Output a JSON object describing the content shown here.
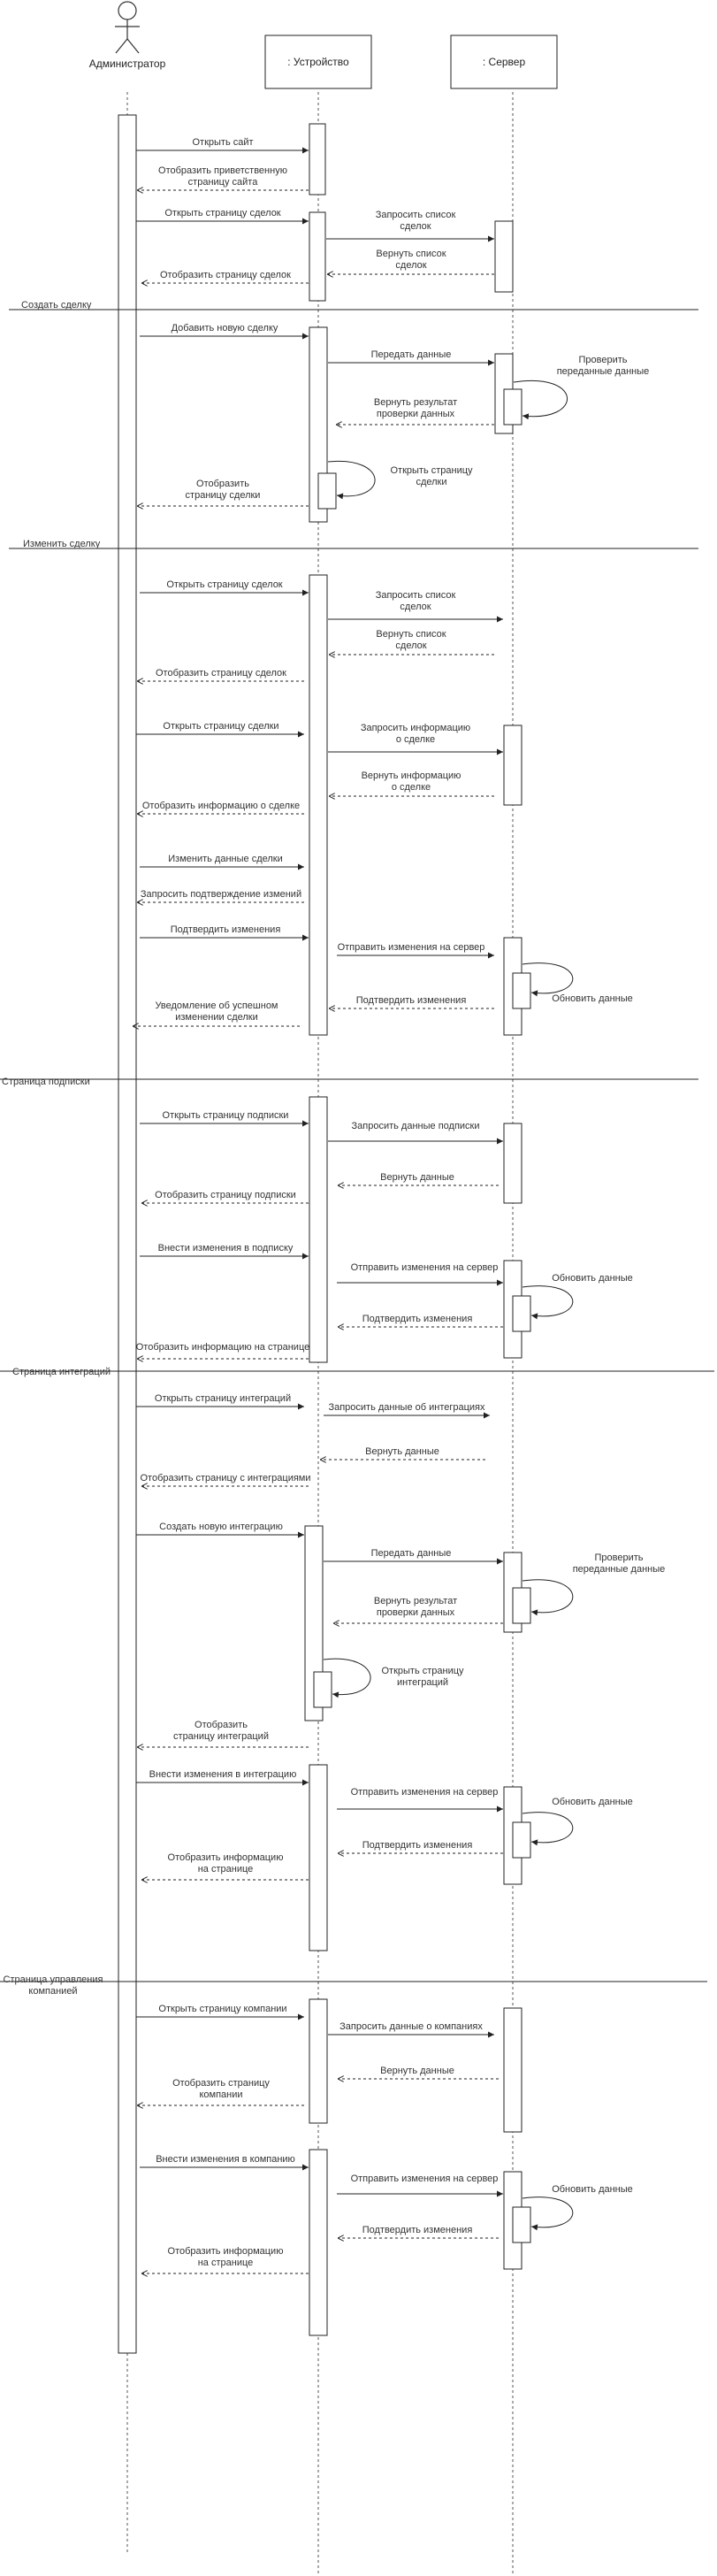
{
  "participants": {
    "actor": "Администратор",
    "device": ": Устройство",
    "server": ": Сервер"
  },
  "sections": {
    "create_deal": "Создать сделку",
    "edit_deal": "Изменить  сделку",
    "subscription_page": "Страница подписки",
    "integrations_page": "Страница интеграций",
    "company_management_page": [
      "Страница управления",
      "компанией"
    ]
  },
  "messages": [
    [
      "Открыть сайт"
    ],
    [
      "Отобразить приветственную",
      "страницу сайта"
    ],
    [
      "Открыть страницу сделок"
    ],
    [
      "Запросить список",
      "сделок"
    ],
    [
      "Вернуть список",
      "сделок"
    ],
    [
      "Отобразить страницу сделок"
    ],
    [
      "Добавить новую сделку"
    ],
    [
      "Передать данные"
    ],
    [
      "Проверить",
      "переданные данные"
    ],
    [
      "Вернуть результат",
      "проверки данных"
    ],
    [
      "Открыть страницу",
      "сделки"
    ],
    [
      "Отобразить",
      "страницу сделки"
    ],
    [
      "Открыть страницу сделок"
    ],
    [
      "Запросить список",
      "сделок"
    ],
    [
      "Вернуть список",
      "сделок"
    ],
    [
      "Отобразить страницу сделок"
    ],
    [
      "Открыть страницу сделки"
    ],
    [
      "Запросить информацию",
      "о сделке"
    ],
    [
      "Вернуть информацию",
      "о сделке"
    ],
    [
      "Отобразить информацию о сделке"
    ],
    [
      "Изменить данные сделки"
    ],
    [
      "Запросить подтверждение измений"
    ],
    [
      "Подтвердить изменения"
    ],
    [
      "Отправить изменения на сервер"
    ],
    [
      "Обновить данные"
    ],
    [
      "Подтвердить изменения"
    ],
    [
      "Уведомление об успешном",
      "изменении сделки"
    ],
    [
      "Открыть страницу подписки"
    ],
    [
      "Запросить данные подписки"
    ],
    [
      "Вернуть данные"
    ],
    [
      "Отобразить страницу подписки"
    ],
    [
      "Внести изменения в подписку"
    ],
    [
      "Отправить изменения на сервер"
    ],
    [
      "Обновить данные"
    ],
    [
      "Подтвердить изменения"
    ],
    [
      "Отобразить информацию на странице"
    ],
    [
      "Открыть страницу интеграций"
    ],
    [
      "Запросить данные об интеграциях"
    ],
    [
      "Вернуть данные"
    ],
    [
      "Отобразить страницу с интеграциями"
    ],
    [
      "Создать новую интеграцию"
    ],
    [
      "Передать данные"
    ],
    [
      "Проверить",
      "переданные данные"
    ],
    [
      "Вернуть результат",
      "проверки данных"
    ],
    [
      "Открыть страницу",
      "интеграций"
    ],
    [
      "Отобразить",
      "страницу интеграций"
    ],
    [
      "Внести изменения в интеграцию"
    ],
    [
      "Отправить изменения на сервер"
    ],
    [
      "Обновить данные"
    ],
    [
      "Подтвердить изменения"
    ],
    [
      "Отобразить информацию",
      "на странице"
    ],
    [
      "Открыть страницу компании"
    ],
    [
      "Запросить данные о компаниях"
    ],
    [
      "Вернуть данные"
    ],
    [
      "Отобразить страницу",
      "компании"
    ],
    [
      "Внести изменения в компанию"
    ],
    [
      "Отправить изменения на сервер"
    ],
    [
      "Обновить данные"
    ],
    [
      "Подтвердить изменения"
    ],
    [
      "Отобразить информацию",
      "на странице"
    ]
  ]
}
